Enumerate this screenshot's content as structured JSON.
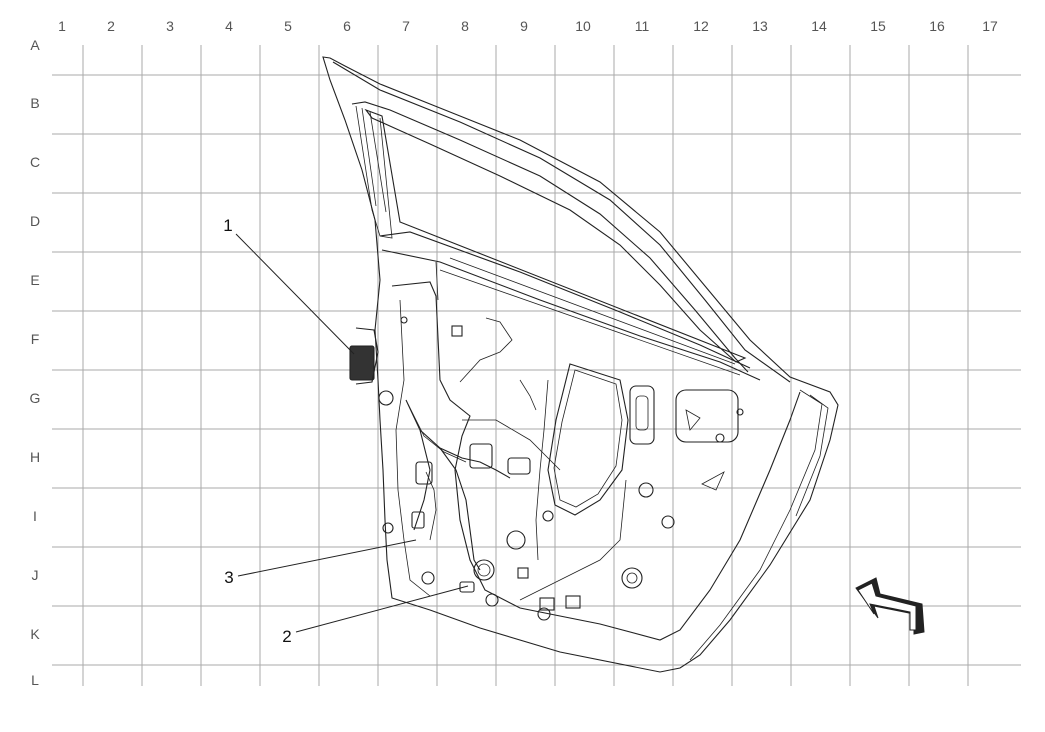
{
  "grid": {
    "columns": [
      "1",
      "2",
      "3",
      "4",
      "5",
      "6",
      "7",
      "8",
      "9",
      "10",
      "11",
      "12",
      "13",
      "14",
      "15",
      "16",
      "17"
    ],
    "rows": [
      "A",
      "B",
      "C",
      "D",
      "E",
      "F",
      "G",
      "H",
      "I",
      "J",
      "K",
      "L"
    ]
  },
  "callouts": [
    {
      "label": "1"
    },
    {
      "label": "2"
    },
    {
      "label": "3"
    }
  ],
  "colors": {
    "line": "#222222",
    "grid": "#aaaaaa",
    "header_text": "#555555",
    "background": "#ffffff"
  },
  "icons": {
    "direction": "forward-arrow-icon"
  }
}
